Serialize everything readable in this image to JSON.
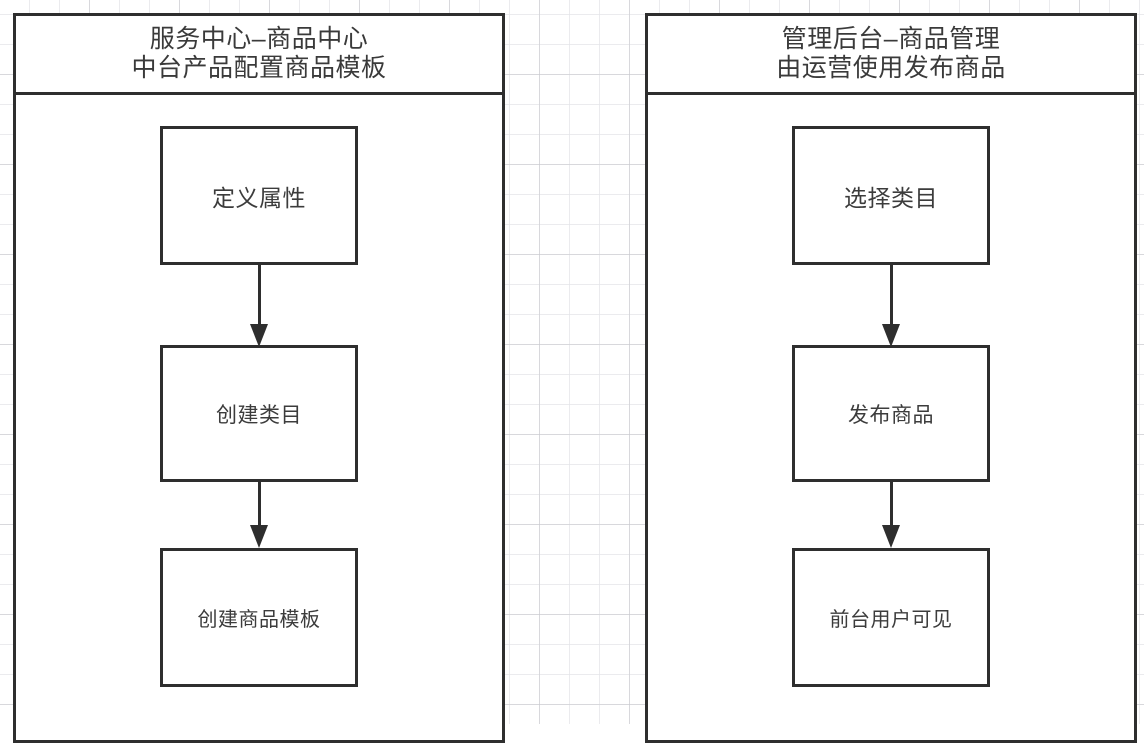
{
  "diagram": {
    "type": "flowchart",
    "orientation": "two parallel vertical lanes",
    "background": "graph-paper grid",
    "colors": {
      "stroke": "#2e2e2e",
      "text": "#3c3c3c",
      "fill": "#ffffff",
      "grid_minor": "#e4e4e8",
      "grid_major": "#c8c8cd"
    }
  },
  "lanes": [
    {
      "id": "service-center",
      "header_line1": "服务中心–商品中心",
      "header_line2": "中台产品配置商品模板",
      "nodes": [
        {
          "id": "define-attribute",
          "label": "定义属性"
        },
        {
          "id": "create-category",
          "label": "创建类目"
        },
        {
          "id": "create-template",
          "label": "创建商品模板"
        }
      ],
      "connectors": [
        {
          "from": "define-attribute",
          "to": "create-category",
          "arrow": "down"
        },
        {
          "from": "create-category",
          "to": "create-template",
          "arrow": "down"
        }
      ]
    },
    {
      "id": "admin-backend",
      "header_line1": "管理后台–商品管理",
      "header_line2": "由运营使用发布商品",
      "nodes": [
        {
          "id": "select-category",
          "label": "选择类目"
        },
        {
          "id": "publish-product",
          "label": "发布商品"
        },
        {
          "id": "visible-to-user",
          "label": "前台用户可见"
        }
      ],
      "connectors": [
        {
          "from": "select-category",
          "to": "publish-product",
          "arrow": "down"
        },
        {
          "from": "publish-product",
          "to": "visible-to-user",
          "arrow": "down"
        }
      ]
    }
  ]
}
